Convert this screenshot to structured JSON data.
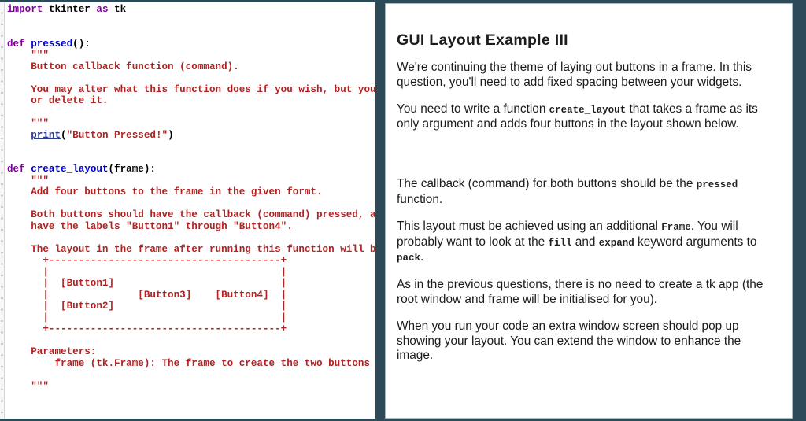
{
  "colors": {
    "chrome_background": "#2d4a59",
    "editor_background": "#ffffff",
    "card_border": "#a9bac3",
    "keyword": "#8000a0",
    "function_name": "#0000cc",
    "string": "#b22222",
    "builtin": "#2b3a8c"
  },
  "editor": {
    "lines": [
      {
        "segs": [
          {
            "t": "kw",
            "s": "import"
          },
          {
            "t": "pl",
            "s": " tkinter "
          },
          {
            "t": "kw",
            "s": "as"
          },
          {
            "t": "pl",
            "s": " tk"
          }
        ]
      },
      {
        "segs": []
      },
      {
        "segs": []
      },
      {
        "segs": [
          {
            "t": "kw",
            "s": "def"
          },
          {
            "t": "pl",
            "s": " "
          },
          {
            "t": "fn",
            "s": "pressed"
          },
          {
            "t": "pl",
            "s": "():"
          }
        ]
      },
      {
        "segs": [
          {
            "t": "str",
            "s": "    \"\"\""
          }
        ]
      },
      {
        "segs": [
          {
            "t": "str",
            "s": "    Button callback function (command)."
          }
        ]
      },
      {
        "segs": []
      },
      {
        "segs": [
          {
            "t": "str",
            "s": "    You may alter what this function does if you wish, but you"
          }
        ]
      },
      {
        "segs": [
          {
            "t": "str",
            "s": "    or delete it."
          }
        ]
      },
      {
        "segs": []
      },
      {
        "segs": [
          {
            "t": "str",
            "s": "    \"\"\""
          }
        ]
      },
      {
        "segs": [
          {
            "t": "pl",
            "s": "    "
          },
          {
            "t": "bi",
            "s": "print"
          },
          {
            "t": "pl",
            "s": "("
          },
          {
            "t": "str",
            "s": "\"Button Pressed!\""
          },
          {
            "t": "pl",
            "s": ")"
          }
        ]
      },
      {
        "segs": []
      },
      {
        "segs": []
      },
      {
        "segs": [
          {
            "t": "kw",
            "s": "def"
          },
          {
            "t": "pl",
            "s": " "
          },
          {
            "t": "fn",
            "s": "create_layout"
          },
          {
            "t": "pl",
            "s": "(frame):"
          }
        ]
      },
      {
        "segs": [
          {
            "t": "str",
            "s": "    \"\"\""
          }
        ]
      },
      {
        "segs": [
          {
            "t": "str",
            "s": "    Add four buttons to the frame in the given formt."
          }
        ]
      },
      {
        "segs": []
      },
      {
        "segs": [
          {
            "t": "str",
            "s": "    Both buttons should have the callback (command) pressed, an"
          }
        ]
      },
      {
        "segs": [
          {
            "t": "str",
            "s": "    have the labels \"Button1\" through \"Button4\"."
          }
        ]
      },
      {
        "segs": []
      },
      {
        "segs": [
          {
            "t": "str",
            "s": "    The layout in the frame after running this function will be"
          }
        ]
      },
      {
        "segs": [
          {
            "t": "str",
            "s": "      +---------------------------------------+"
          }
        ]
      },
      {
        "segs": [
          {
            "t": "str",
            "s": "      |                                       |"
          }
        ]
      },
      {
        "segs": [
          {
            "t": "str",
            "s": "      |  [Button1]                            |"
          }
        ]
      },
      {
        "segs": [
          {
            "t": "str",
            "s": "      |               [Button3]    [Button4]  |"
          }
        ]
      },
      {
        "segs": [
          {
            "t": "str",
            "s": "      |  [Button2]                            |"
          }
        ]
      },
      {
        "segs": [
          {
            "t": "str",
            "s": "      |                                       |"
          }
        ]
      },
      {
        "segs": [
          {
            "t": "str",
            "s": "      +---------------------------------------+"
          }
        ]
      },
      {
        "segs": []
      },
      {
        "segs": [
          {
            "t": "str",
            "s": "    Parameters:"
          }
        ]
      },
      {
        "segs": [
          {
            "t": "str",
            "s": "        frame (tk.Frame): The frame to create the two buttons in"
          }
        ]
      },
      {
        "segs": []
      },
      {
        "segs": [
          {
            "t": "str",
            "s": "    \"\"\""
          }
        ]
      }
    ]
  },
  "panel": {
    "title": "GUI Layout Example III",
    "blocks": [
      {
        "type": "p",
        "segs": [
          {
            "t": "text",
            "s": "We're continuing the theme of laying out buttons in a frame. In this question, you'll need to add fixed spacing between your widgets."
          }
        ]
      },
      {
        "type": "p",
        "segs": [
          {
            "t": "text",
            "s": "You need to write a function "
          },
          {
            "t": "code",
            "s": "create_layout"
          },
          {
            "t": "text",
            "s": " that takes a frame as its only argument and adds four buttons in the layout shown below."
          }
        ]
      },
      {
        "type": "spacer"
      },
      {
        "type": "p",
        "segs": [
          {
            "t": "text",
            "s": "The callback (command) for both buttons should be the "
          },
          {
            "t": "code",
            "s": "pressed"
          },
          {
            "t": "text",
            "s": " function."
          }
        ]
      },
      {
        "type": "p",
        "segs": [
          {
            "t": "text",
            "s": "This layout must be achieved using an additional "
          },
          {
            "t": "code",
            "s": "Frame"
          },
          {
            "t": "text",
            "s": ". You will probably want to look at the "
          },
          {
            "t": "code",
            "s": "fill"
          },
          {
            "t": "text",
            "s": " and "
          },
          {
            "t": "code",
            "s": "expand"
          },
          {
            "t": "text",
            "s": " keyword arguments to "
          },
          {
            "t": "code",
            "s": "pack"
          },
          {
            "t": "text",
            "s": "."
          }
        ]
      },
      {
        "type": "p",
        "segs": [
          {
            "t": "text",
            "s": "As in the previous questions, there is no need to create a tk app (the root window and frame will be initialised for you)."
          }
        ]
      },
      {
        "type": "p",
        "segs": [
          {
            "t": "text",
            "s": "When you run your code an extra window screen should pop up showing your layout. You can extend the window to enhance the image."
          }
        ]
      }
    ]
  }
}
